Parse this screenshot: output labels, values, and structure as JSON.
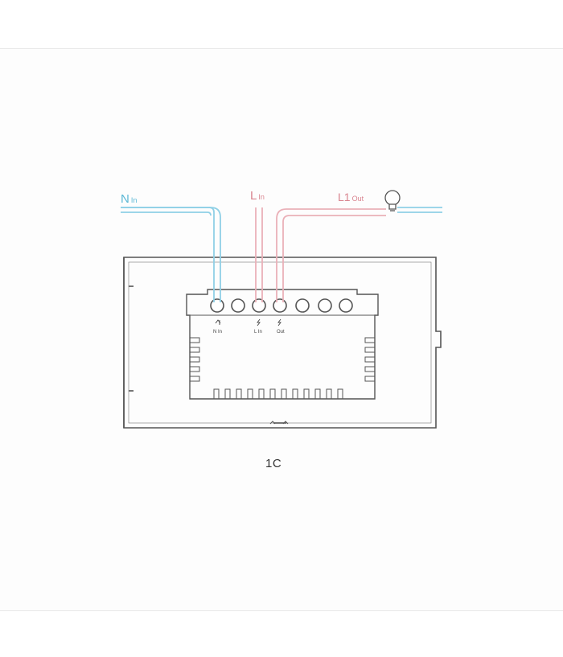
{
  "labels": {
    "neutral_main": "N",
    "neutral_sub": "In",
    "live_in_main": "L",
    "live_in_sub": "In",
    "load_main": "L1",
    "load_sub": "Out"
  },
  "terminals": {
    "neutral": "N In",
    "live": "L In",
    "output": "Out"
  },
  "caption": "1C",
  "colors": {
    "neutral_wire": "#8fd0e6",
    "live_wire": "#eab0b8",
    "outline": "#555555"
  },
  "icons": [
    "light-bulb-icon",
    "neutral-symbol-icon",
    "lightning-icon"
  ]
}
